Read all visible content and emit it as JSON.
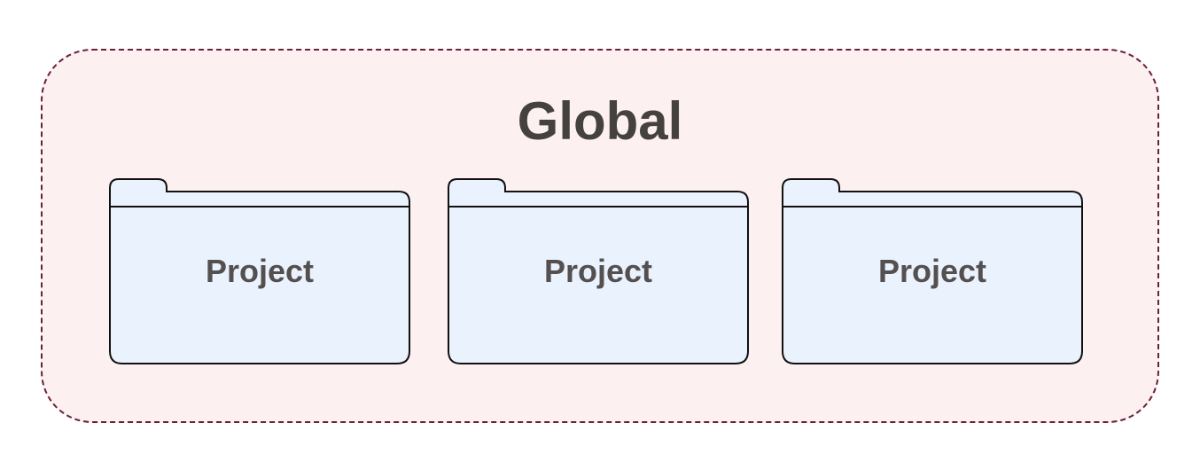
{
  "diagram": {
    "container": {
      "label": "Global",
      "fill_color": "#fdf0f0",
      "border_color": "#6b1f3e",
      "border_style": "dashed"
    },
    "folders": [
      {
        "label": "Project"
      },
      {
        "label": "Project"
      },
      {
        "label": "Project"
      }
    ],
    "folder_fill_color": "#eaf2fe",
    "folder_stroke_color": "#111111",
    "text_color": "#464141"
  }
}
